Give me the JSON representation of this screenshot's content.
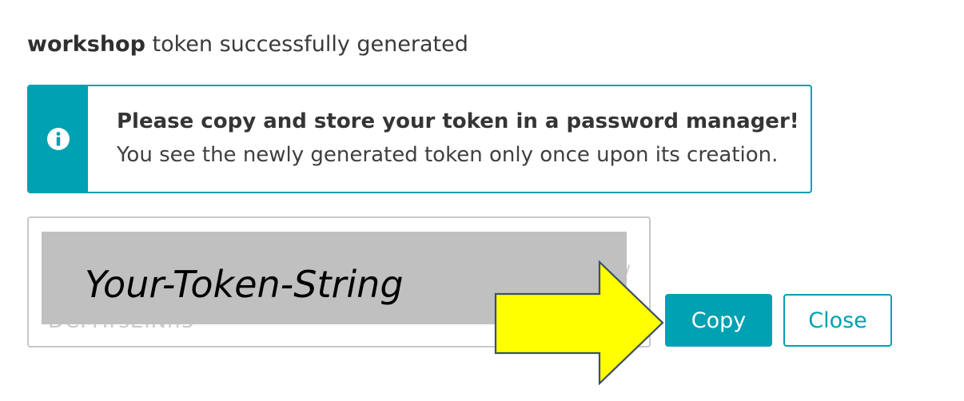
{
  "header": {
    "token_name": "workshop",
    "message": " token successfully generated"
  },
  "notice": {
    "icon": "info-icon",
    "title": "Please copy and store your token in a password manager!",
    "body": "You see the newly generated token only once upon its creation."
  },
  "token": {
    "value": "Your-Token-String"
  },
  "buttons": {
    "copy_label": "Copy",
    "close_label": "Close"
  },
  "colors": {
    "accent": "#00a1b2",
    "redaction": "#c0c0c0",
    "arrow_fill": "#ffff00",
    "arrow_stroke": "#3c4f6a"
  }
}
